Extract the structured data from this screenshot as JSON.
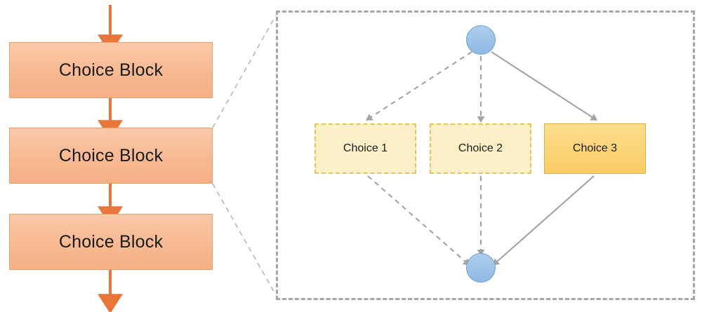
{
  "diagram": {
    "title": "Choice Block expansion diagram",
    "colors": {
      "block_fill_top": "#FAC9A8",
      "block_fill_bottom": "#F5AF84",
      "block_border": "#E8A06A",
      "arrow_orange": "#E8763A",
      "panel_border": "#A6A6A6",
      "edge_gray": "#9C9C9C",
      "choice_inactive_fill": "#FCF0C8",
      "choice_inactive_border": "#E2C55B",
      "choice_active_fill": "#FBD477",
      "choice_active_border": "#E0AE3B",
      "node_fill": "#9CC3E8",
      "node_border": "#6FA3D4"
    }
  },
  "flow": {
    "blocks": [
      {
        "label": "Choice Block"
      },
      {
        "label": "Choice Block"
      },
      {
        "label": "Choice Block"
      }
    ],
    "arrow_icons": [
      "arrow-down-icon",
      "arrow-down-icon",
      "arrow-down-icon",
      "arrow-down-icon"
    ]
  },
  "detail": {
    "start_node": {
      "name": "start-node"
    },
    "end_node": {
      "name": "end-node"
    },
    "choices": [
      {
        "label": "Choice 1",
        "state": "inactive"
      },
      {
        "label": "Choice 2",
        "state": "inactive"
      },
      {
        "label": "Choice 3",
        "state": "active"
      }
    ],
    "edges": [
      {
        "from": "start-node",
        "to": "Choice 1",
        "style": "dashed"
      },
      {
        "from": "start-node",
        "to": "Choice 2",
        "style": "dashed"
      },
      {
        "from": "start-node",
        "to": "Choice 3",
        "style": "solid"
      },
      {
        "from": "Choice 1",
        "to": "end-node",
        "style": "dashed"
      },
      {
        "from": "Choice 2",
        "to": "end-node",
        "style": "dashed"
      },
      {
        "from": "Choice 3",
        "to": "end-node",
        "style": "solid"
      }
    ]
  }
}
